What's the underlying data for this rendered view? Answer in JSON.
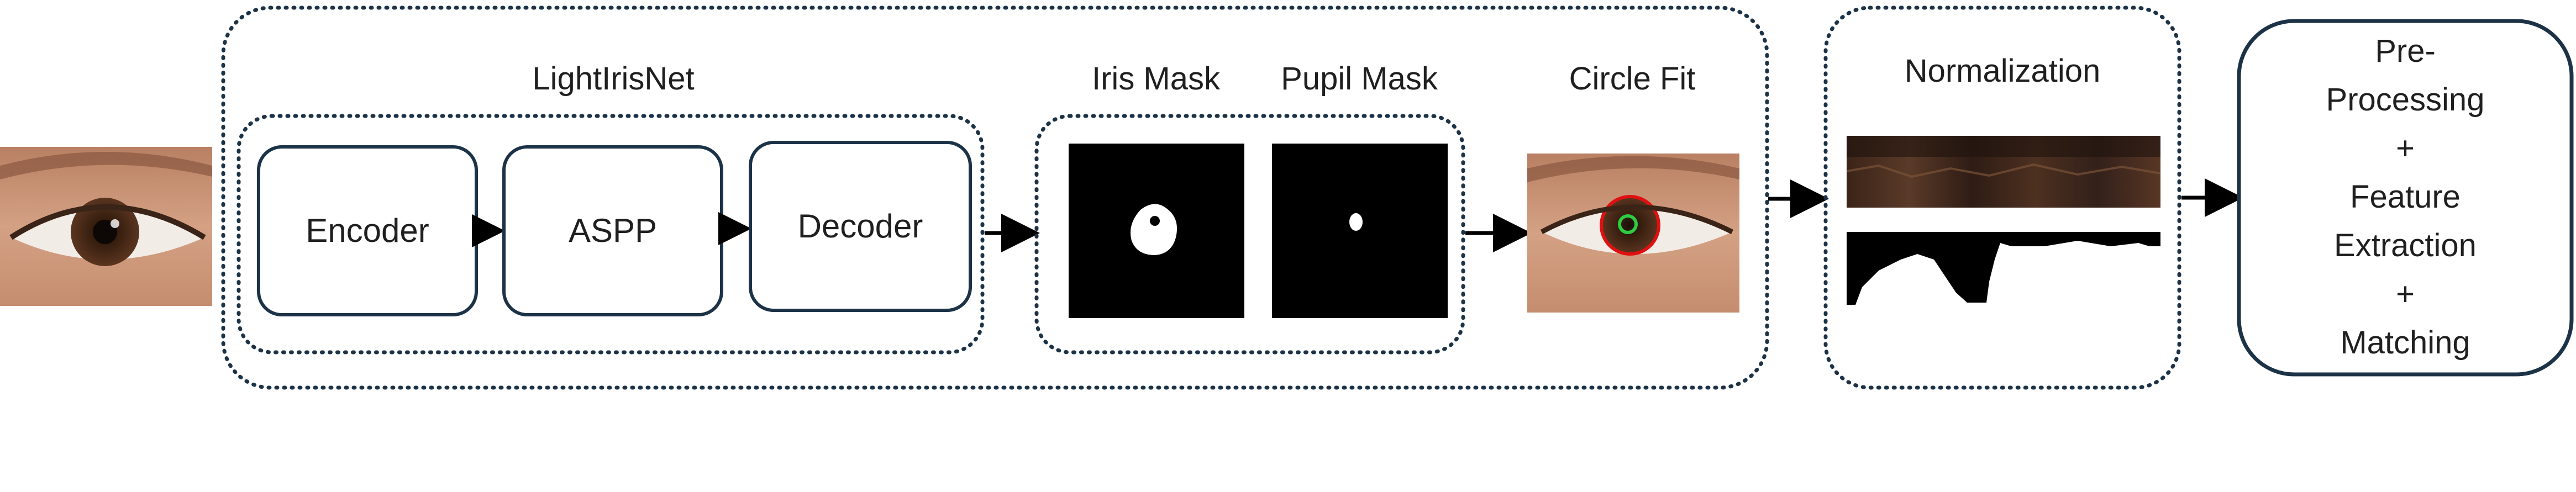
{
  "labels": {
    "lightirisnet": "LightIrisNet",
    "encoder": "Encoder",
    "aspp": "ASPP",
    "decoder": "Decoder",
    "iris_mask": "Iris Mask",
    "pupil_mask": "Pupil Mask",
    "circle_fit": "Circle Fit",
    "normalization": "Normalization",
    "final_block": {
      "line1": "Pre-",
      "line2": "Processing",
      "line3": "+",
      "line4": "Feature",
      "line5": "Extraction",
      "line6": "+",
      "line7": "Matching"
    }
  },
  "colors": {
    "box_stroke": "#1c3347",
    "arrow": "#000000",
    "mask_bg": "#000000",
    "mask_fg": "#ffffff",
    "circle_iris": "#e01010",
    "circle_pupil": "#2ecc40",
    "skin": "#c99070"
  },
  "icons": {
    "input_image": "eye-photo",
    "circle_fit_image": "eye-photo-with-circles",
    "normalization_image": "unwrapped-iris-strip",
    "normalization_mask": "unwrapped-iris-mask"
  }
}
